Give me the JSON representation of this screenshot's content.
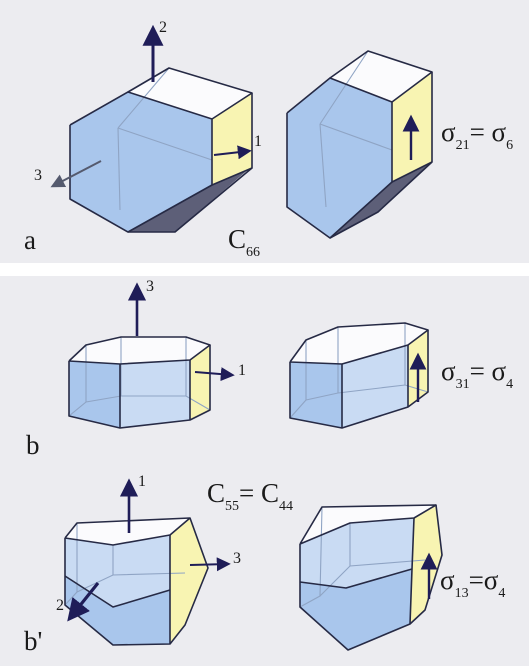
{
  "panel_a": {
    "letter": "a",
    "constant": "C",
    "constant_sub": "66",
    "stress_lhs": "σ",
    "stress_lhs_sub": "21",
    "stress_eq": "= σ",
    "stress_rhs_sub": "6",
    "axis_1": "1",
    "axis_2": "2",
    "axis_3": "3"
  },
  "panel_b": {
    "letter": "b",
    "letter_prime": "b'",
    "constant_lhs": "C",
    "constant_lhs_sub": "55",
    "constant_eq": "= C",
    "constant_rhs_sub": "44",
    "stress_b_lhs": "σ",
    "stress_b_lhs_sub": "31",
    "stress_b_eq": "= σ",
    "stress_b_rhs_sub": "4",
    "stress_bp_lhs": "σ",
    "stress_bp_lhs_sub": "13",
    "stress_bp_eq": "=σ",
    "stress_bp_rhs_sub": "4",
    "axis_b_1": "1",
    "axis_b_3": "3",
    "axis_bp_1": "1",
    "axis_bp_2": "2",
    "axis_bp_3": "3"
  },
  "colors": {
    "panel_bg": "#ececf0",
    "face_blue": "#a9c6ec",
    "face_yellow": "#f8f4b2",
    "edge": "#262a45",
    "arrow": "#1f1d58"
  }
}
